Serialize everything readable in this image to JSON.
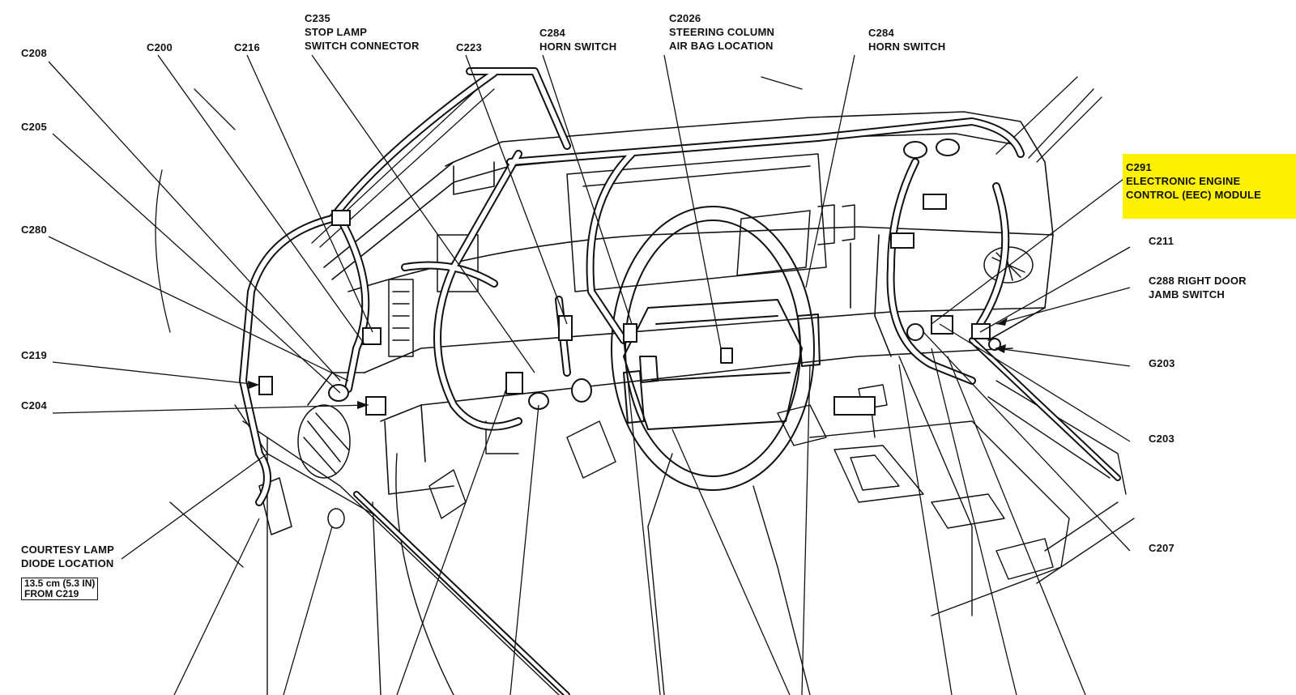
{
  "diagram": {
    "highlight_color": "#fff200",
    "labels": {
      "c235": "C235\nSTOP LAMP\nSWITCH CONNECTOR",
      "c208": "C208",
      "c200": "C200",
      "c216": "C216",
      "c223": "C223",
      "c284_left": "C284\nHORN SWITCH",
      "c2026": "C2026\nSTEERING COLUMN\nAIR BAG LOCATION",
      "c284_right": "C284\nHORN SWITCH",
      "c205": "C205",
      "c280": "C280",
      "c219": "C219",
      "c204": "C204",
      "c291": "C291\nELECTRONIC ENGINE\nCONTROL (EEC) MODULE",
      "c211": "C211",
      "c288": "C288 RIGHT DOOR\nJAMB SWITCH",
      "g203": "G203",
      "c203": "C203",
      "c207": "C207",
      "courtesy": "COURTESY LAMP\nDIODE LOCATION",
      "distance": "13.5 cm (5.3 IN)\nFROM C219"
    }
  }
}
